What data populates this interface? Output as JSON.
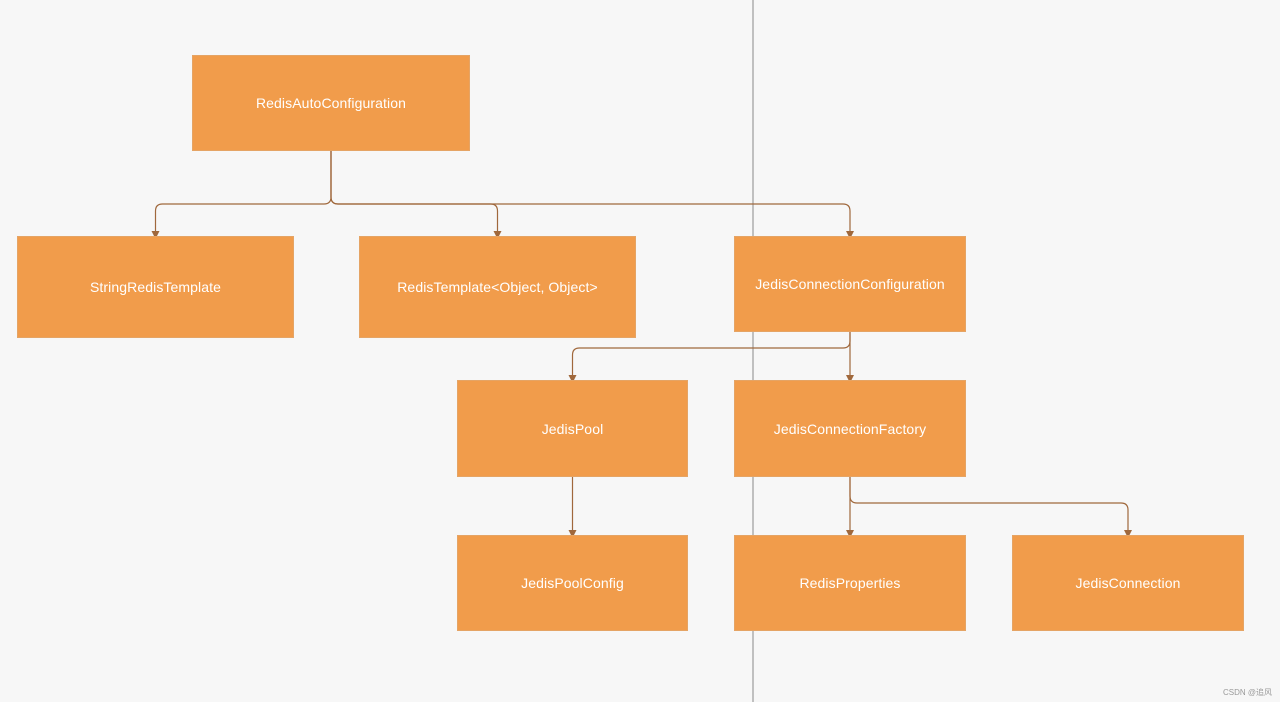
{
  "colors": {
    "background": "#f7f7f7",
    "node_fill": "#f19c4b",
    "edge": "#a0683c",
    "divider": "#888888"
  },
  "nodes": {
    "redis_auto_configuration": "RedisAutoConfiguration",
    "string_redis_template": "StringRedisTemplate",
    "redis_template": "RedisTemplate<Object, Object>",
    "jedis_connection_configuration": "JedisConnectionConfiguration",
    "jedis_pool": "JedisPool",
    "jedis_connection_factory": "JedisConnectionFactory",
    "jedis_pool_config": "JedisPoolConfig",
    "redis_properties": "RedisProperties",
    "jedis_connection": "JedisConnection"
  },
  "edges": [
    {
      "from": "redis_auto_configuration",
      "to": "string_redis_template"
    },
    {
      "from": "redis_auto_configuration",
      "to": "redis_template"
    },
    {
      "from": "redis_auto_configuration",
      "to": "jedis_connection_configuration"
    },
    {
      "from": "jedis_connection_configuration",
      "to": "jedis_pool"
    },
    {
      "from": "jedis_connection_configuration",
      "to": "jedis_connection_factory"
    },
    {
      "from": "jedis_pool",
      "to": "jedis_pool_config"
    },
    {
      "from": "jedis_connection_factory",
      "to": "redis_properties"
    },
    {
      "from": "jedis_connection_factory",
      "to": "jedis_connection"
    }
  ],
  "watermark": "CSDN @追风"
}
